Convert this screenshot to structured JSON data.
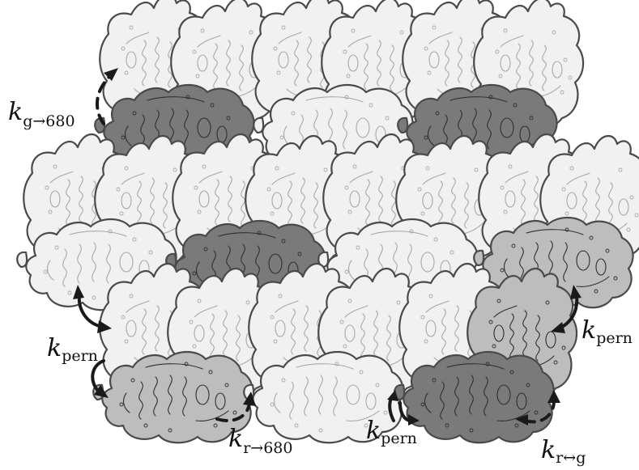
{
  "diagram": {
    "colors": {
      "light_fill": "#f1f1f1",
      "medium_fill": "#bdbdbd",
      "dark_fill": "#7a7a7a",
      "outline": "#4a4a4a",
      "arrow": "#1a1a1a",
      "light_detail": "#a8a8a8",
      "dark_detail": "#2f2f2f"
    },
    "labels": {
      "k_g_680": {
        "k": "k",
        "sub": "g→680"
      },
      "k_pern_left": {
        "k": "k",
        "sub": "pern"
      },
      "k_pern_right": {
        "k": "k",
        "sub": "pern"
      },
      "k_pern_bottom": {
        "k": "k",
        "sub": "pern"
      },
      "k_r_680": {
        "k": "k",
        "sub": "r→680"
      },
      "k_r_g": {
        "k": "k",
        "sub": "r↔g"
      }
    }
  }
}
